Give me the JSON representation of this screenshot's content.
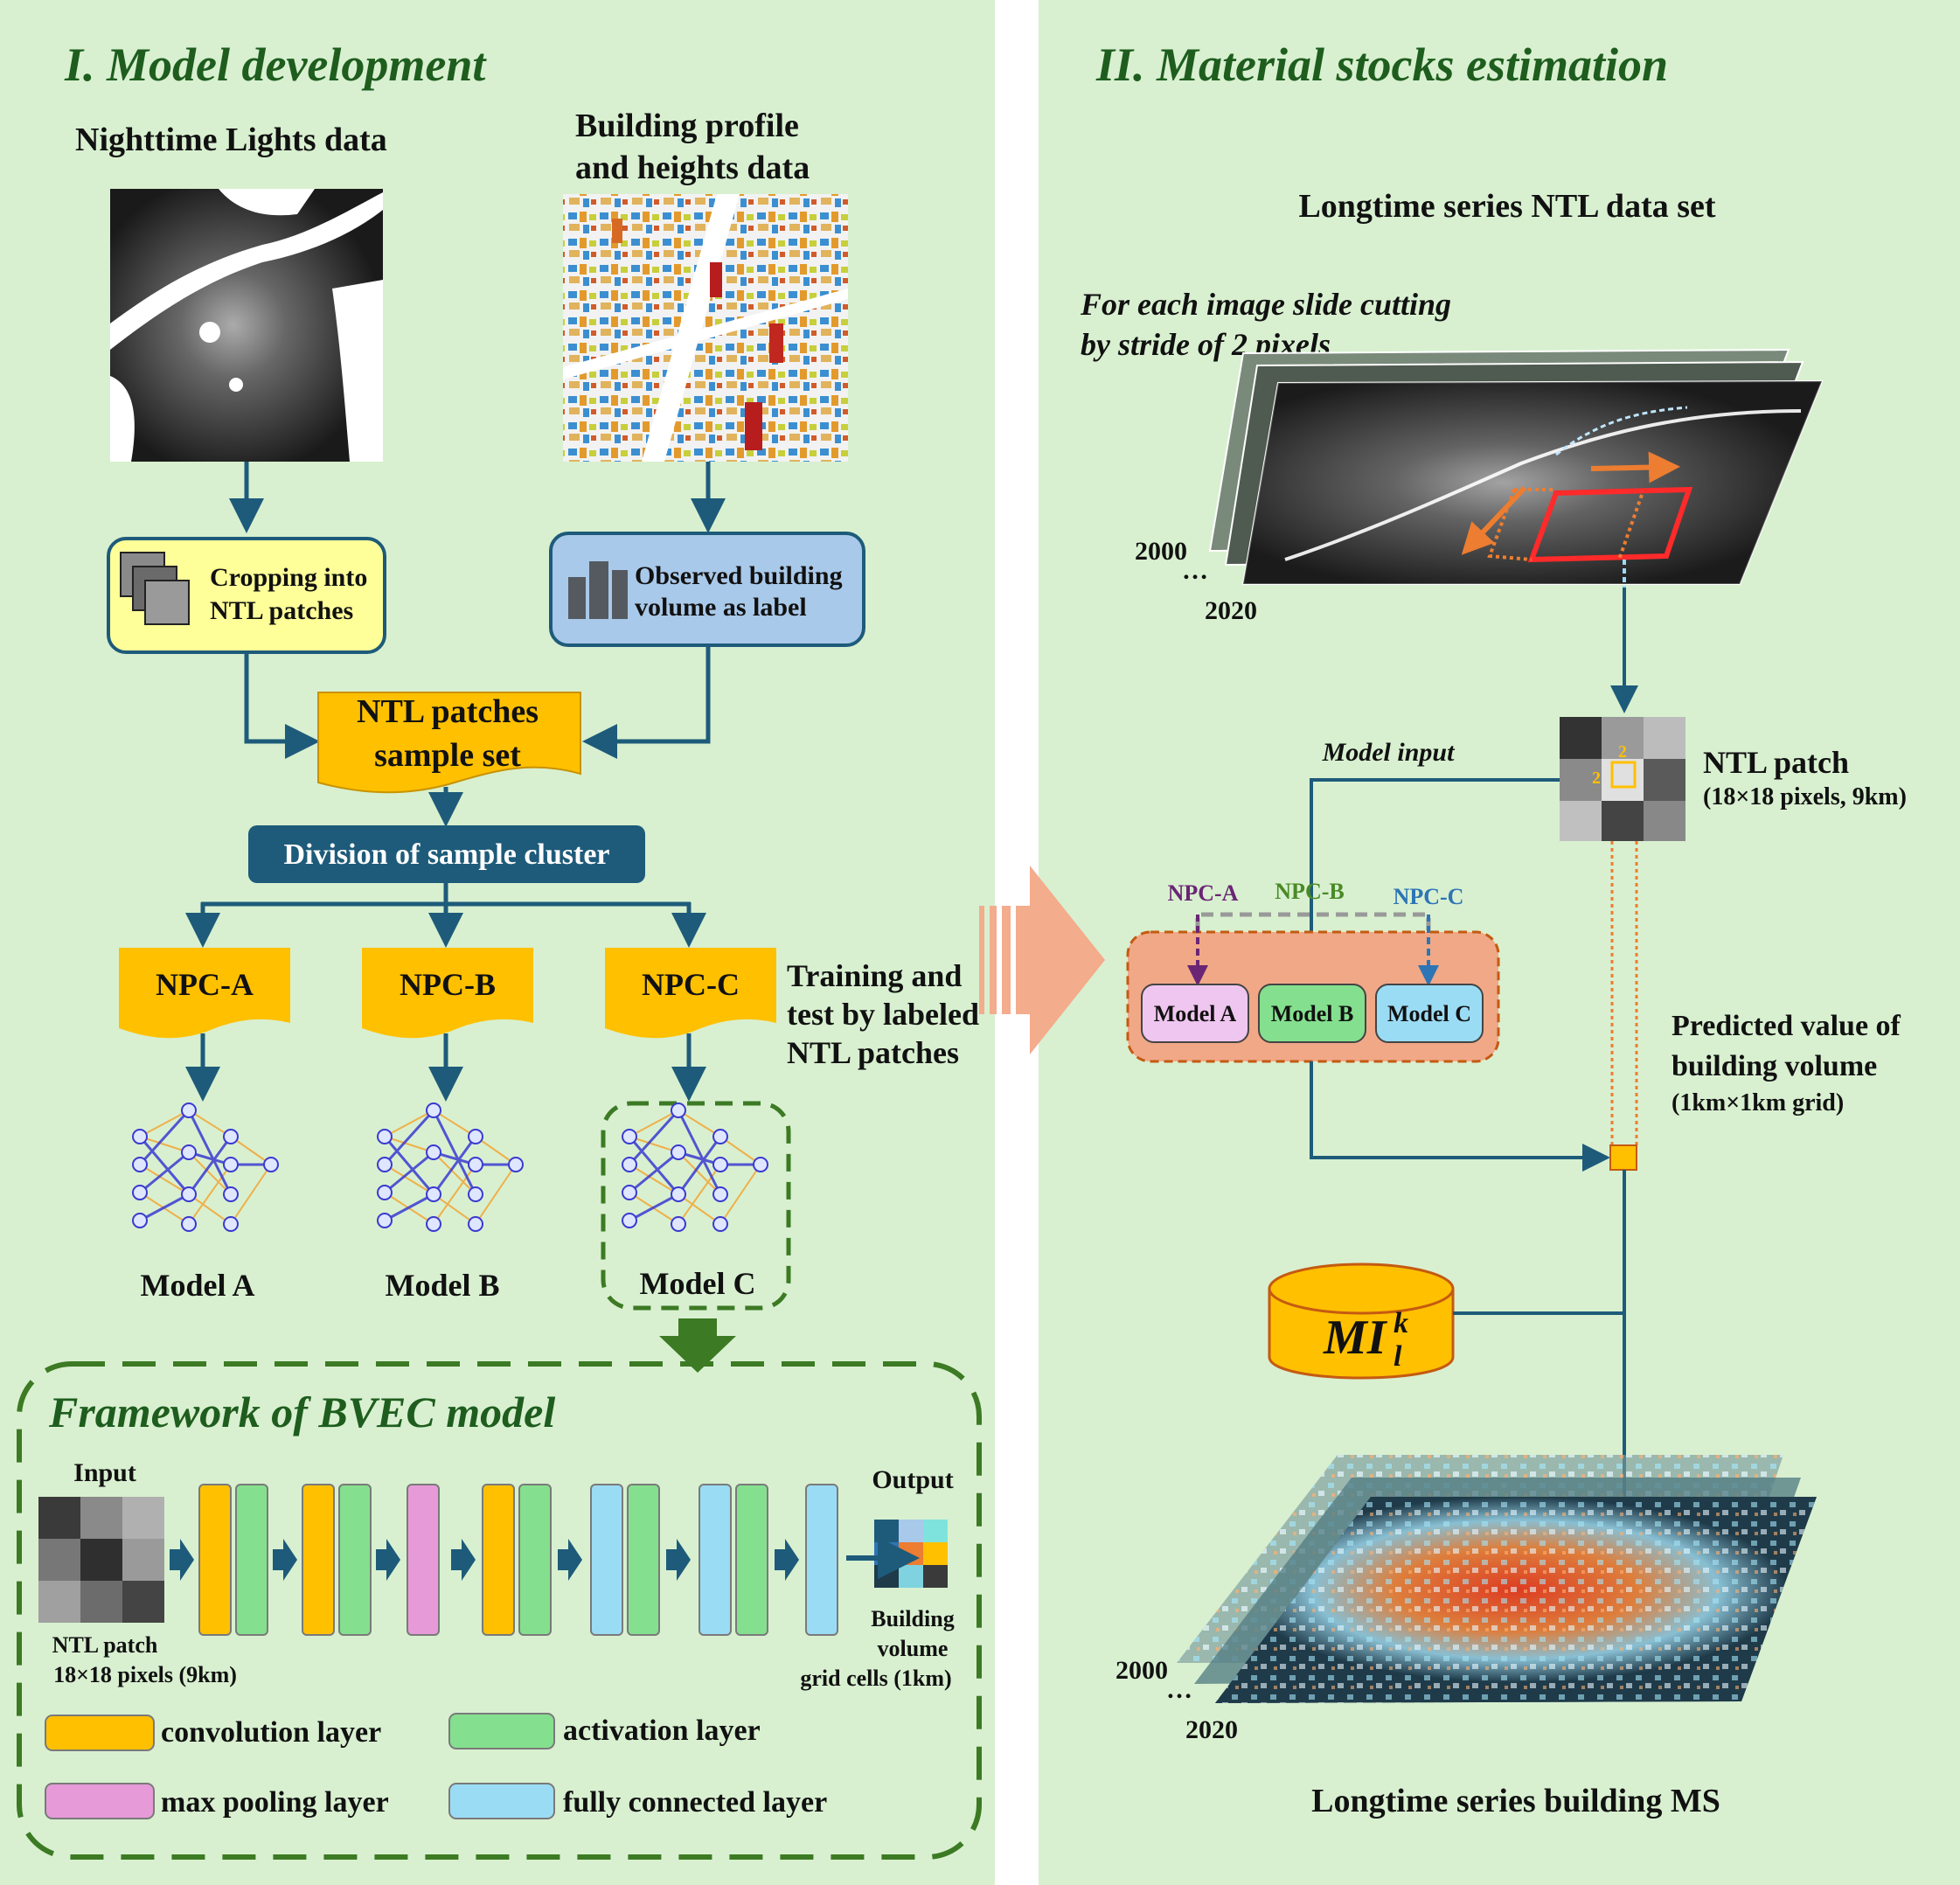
{
  "colors": {
    "panel_bg": "#d8f0d0",
    "dark_green": "#1e5d1e",
    "teal": "#1e5b7a",
    "orange": "#ffc000",
    "conv": "#ffc000",
    "activation": "#84e08e",
    "pool": "#e79ad8",
    "fc": "#9bdcf5",
    "model_panel": "#f0a887",
    "transition_arrow": "#f3ac8c"
  },
  "left": {
    "title": "I. Model development",
    "ntl_label": "Nighttime Lights data",
    "building_label_1": "Building profile",
    "building_label_2": "and heights data",
    "crop_box_1": "Cropping into",
    "crop_box_2": "NTL patches",
    "obs_box_1": "Observed building",
    "obs_box_2": "volume as label",
    "sample_set_1": "NTL patches",
    "sample_set_2": "sample set",
    "division": "Division of sample cluster",
    "npc": [
      "NPC-A",
      "NPC-B",
      "NPC-C"
    ],
    "models": [
      "Model A",
      "Model B",
      "Model C"
    ],
    "training_1": "Training and",
    "training_2": "test by labeled",
    "training_3": "NTL patches"
  },
  "framework": {
    "title": "Framework of BVEC model",
    "input_label": "Input",
    "output_label": "Output",
    "input_caption_1": "NTL patch",
    "input_caption_2": "18×18 pixels (9km)",
    "output_caption_1": "Building",
    "output_caption_2": "volume",
    "output_caption_3": "grid cells (1km)",
    "legend": [
      "convolution layer",
      "activation layer",
      "max pooling layer",
      "fully connected layer"
    ]
  },
  "right": {
    "title": "II. Material stocks estimation",
    "series_label": "Longtime series NTL data set",
    "slide_1": "For each image slide cutting",
    "slide_2": "by stride of 2 pixels",
    "year_start": "2000",
    "ellipsis": "…",
    "year_end": "2020",
    "model_input": "Model input",
    "patch_title": "NTL patch",
    "patch_sub": "(18×18 pixels, 9km)",
    "stride": "2",
    "npc": [
      "NPC-A",
      "NPC-B",
      "NPC-C"
    ],
    "models": [
      "Model A",
      "Model B",
      "Model C"
    ],
    "predicted_1": "Predicted value of",
    "predicted_2": "building volume",
    "predicted_3": "(1km×1km grid)",
    "mi_base": "MI",
    "mi_sup": "k",
    "mi_sub": "l",
    "ms_label": "Longtime series building MS"
  }
}
